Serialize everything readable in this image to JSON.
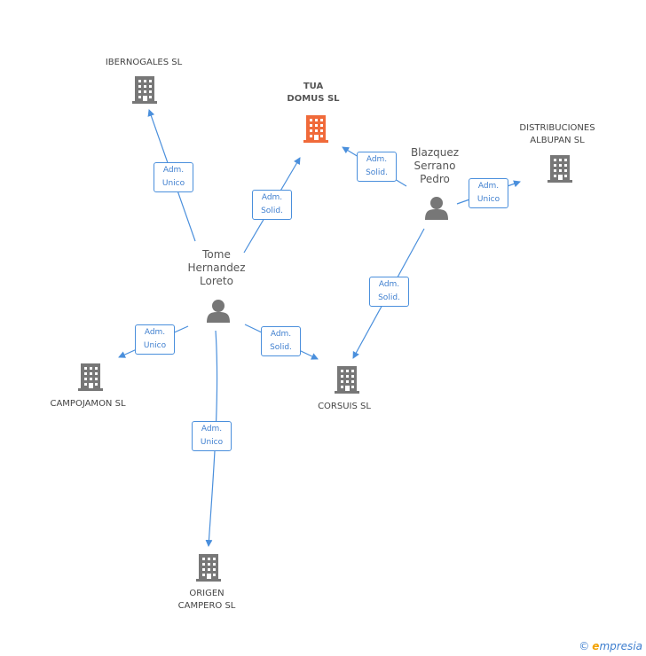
{
  "colors": {
    "edge": "#4a8fdc",
    "building": "#777777",
    "main_building": "#f06a3a",
    "person": "#777777"
  },
  "companies": {
    "ibernogales": {
      "name": "IBERNOGALES SL",
      "icon": "building-icon"
    },
    "tua": {
      "line1": "TUA",
      "line2": "DOMUS SL",
      "icon": "building-icon"
    },
    "distribuciones": {
      "line1": "DISTRIBUCIONES",
      "line2": "ALBUPAN  SL",
      "icon": "building-icon"
    },
    "campojamon": {
      "name": "CAMPOJAMON SL",
      "icon": "building-icon"
    },
    "corsuis": {
      "name": "CORSUIS SL",
      "icon": "building-icon"
    },
    "origen": {
      "line1": "ORIGEN",
      "line2": "CAMPERO SL",
      "icon": "building-icon"
    }
  },
  "persons": {
    "tome": {
      "line1": "Tome",
      "line2": "Hernandez",
      "line3": "Loreto",
      "icon": "person-icon"
    },
    "blazquez": {
      "line1": "Blazquez",
      "line2": "Serrano",
      "line3": "Pedro",
      "icon": "person-icon"
    }
  },
  "edges": {
    "tome_ibernogales": {
      "line1": "Adm.",
      "line2": "Unico"
    },
    "tome_tua": {
      "line1": "Adm.",
      "line2": "Solid."
    },
    "blazquez_tua": {
      "line1": "Adm.",
      "line2": "Solid."
    },
    "blazquez_distribuciones": {
      "line1": "Adm.",
      "line2": "Unico"
    },
    "blazquez_corsuis": {
      "line1": "Adm.",
      "line2": "Solid."
    },
    "tome_campojamon": {
      "line1": "Adm.",
      "line2": "Unico"
    },
    "tome_corsuis": {
      "line1": "Adm.",
      "line2": "Solid."
    },
    "tome_origen": {
      "line1": "Adm.",
      "line2": "Unico"
    }
  },
  "footer": {
    "copyright": "©",
    "brand_e": "e",
    "brand_rest": "mpresia"
  }
}
